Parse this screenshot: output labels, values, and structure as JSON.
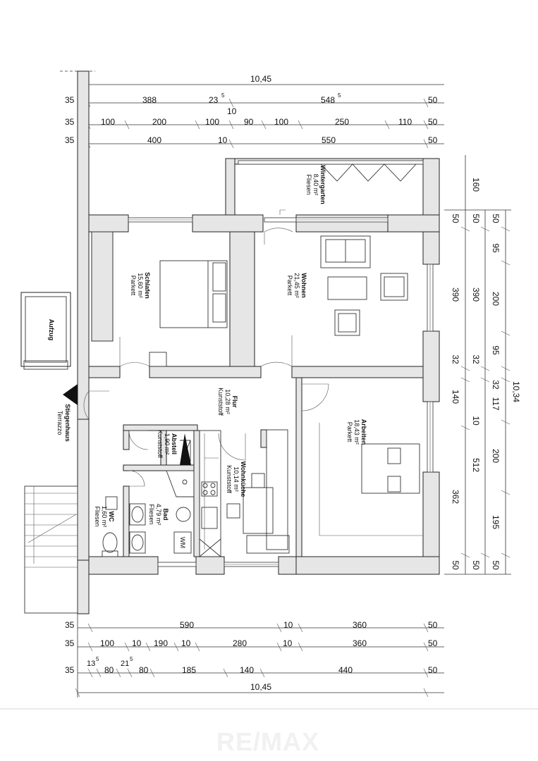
{
  "dimensions": {
    "overall_width": "10,45",
    "overall_depth": "10,34",
    "top_row1": {
      "d1": "35",
      "d2": "388",
      "d3": "23",
      "d3_sup": "5",
      "d4": "548",
      "d4_sup": "5",
      "d5": "50"
    },
    "top_mid10": "10",
    "top_row2": [
      "35",
      "100",
      "200",
      "100",
      "90",
      "100",
      "250",
      "110",
      "50"
    ],
    "top_row3": [
      "35",
      "400",
      "10",
      "550",
      "50"
    ],
    "bottom_row1": [
      "35",
      "590",
      "10",
      "360",
      "50"
    ],
    "bottom_row2": [
      "35",
      "100",
      "10",
      "190",
      "10",
      "280",
      "10",
      "360",
      "50"
    ],
    "bottom_row3": {
      "d1": "35",
      "d2": "13",
      "d2_sup": "5",
      "d3": "80",
      "d4": "21",
      "d4_sup": "5",
      "d5": "80",
      "d6": "185",
      "d7": "140",
      "d8": "440",
      "d9": "50"
    },
    "right_inner": [
      "160",
      "50",
      "390",
      "32",
      "140",
      "10",
      "362",
      "50"
    ],
    "right_mid": [
      "50",
      "390",
      "32",
      "512",
      "50"
    ],
    "right_outer": [
      "50",
      "95",
      "200",
      "95",
      "32",
      "117",
      "200",
      "195",
      "50"
    ]
  },
  "rooms": {
    "wintergarten": {
      "name": "Wintergarten",
      "area": "8,40 m²",
      "floor": "Fliesen"
    },
    "schlafen": {
      "name": "Schlafen",
      "area": "15,60 m²",
      "floor": "Parkett"
    },
    "wohnen": {
      "name": "Wohnen",
      "area": "21,45 m²",
      "floor": "Parkett"
    },
    "flur": {
      "name": "Flur",
      "area": "10,28 m²",
      "floor": "Kunststoff"
    },
    "arbeiten": {
      "name": "Arbeiten",
      "area": "18,43 m²",
      "floor": "Parkett"
    },
    "abstell": {
      "name": "Abstell",
      "area": "1,90 m²",
      "floor": "Kunststoff"
    },
    "wohnkueche": {
      "name": "Wohnküche",
      "area": "10,14 m²",
      "floor": "Kunststoff"
    },
    "bad": {
      "name": "Bad",
      "area": "4,79 m²",
      "floor": "Fliesen"
    },
    "wc": {
      "name": "WC",
      "area": "1,60 m²",
      "floor": "Fliesen"
    },
    "aufzug": {
      "name": "Aufzug"
    },
    "stiegenhaus": {
      "name": "Stiegenhaus",
      "floor": "Terrazzo"
    }
  },
  "fixtures": {
    "washer": "WM"
  },
  "watermark": "RE/MAX"
}
